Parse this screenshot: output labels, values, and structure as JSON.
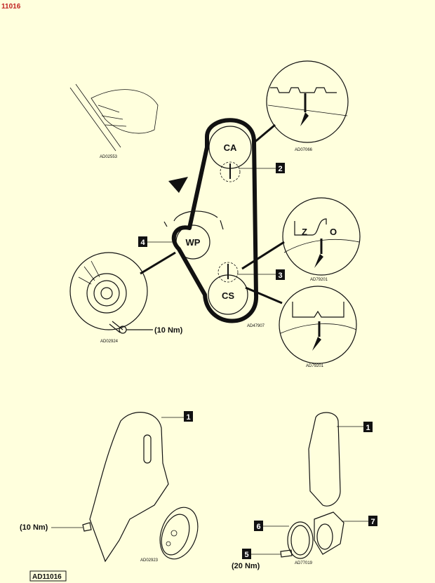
{
  "header": {
    "code": "11016",
    "code_color": "#c02020"
  },
  "background_color": "#ffffdd",
  "refs": {
    "hand": "AD02553",
    "camshaft_detail": "AD07066",
    "belt_layout": "AD47907",
    "z_mark_detail": "AD79201",
    "crank_detail": "AD79201",
    "water_pump_detail": "AD02924",
    "lower_left": "AD02923",
    "lower_right": "AD77019",
    "figure_id": "AD11016"
  },
  "pulleys": {
    "camshaft": "CA",
    "water_pump": "WP",
    "crankshaft": "CS"
  },
  "callouts": {
    "c1a": "1",
    "c1b": "1",
    "c2": "2",
    "c3": "3",
    "c4": "4",
    "c5": "5",
    "c6": "6",
    "c7": "7"
  },
  "torques": {
    "water_pump_bolt": "(10 Nm)",
    "cover_bolt": "(10 Nm)",
    "pulley_bolt": "(20 Nm)"
  },
  "z_mark": {
    "z": "Z",
    "o": "O"
  }
}
